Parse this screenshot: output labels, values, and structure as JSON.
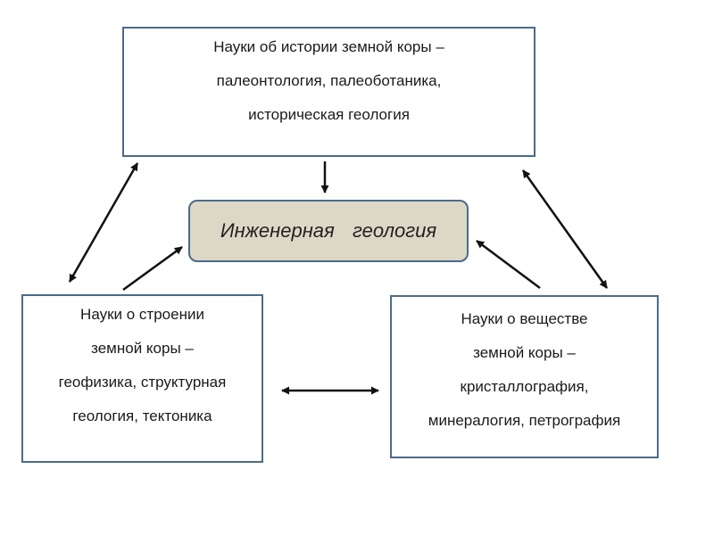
{
  "diagram": {
    "center": {
      "label": "Инженерная  геология"
    },
    "top_box": {
      "lines": [
        "Науки об истории земной коры –",
        "палеонтология, палеоботаника,",
        "историческая геология"
      ]
    },
    "left_box": {
      "lines": [
        "Науки о строении",
        "земной коры –",
        "геофизика, структурная",
        "геология, тектоника"
      ]
    },
    "right_box": {
      "lines": [
        "Науки о веществе",
        "земной коры –",
        "кристаллография,",
        "минералогия, петрография"
      ]
    },
    "colors": {
      "box_border": "#4a6b8a",
      "center_fill": "#ddd8c6",
      "arrow": "#111111"
    }
  }
}
